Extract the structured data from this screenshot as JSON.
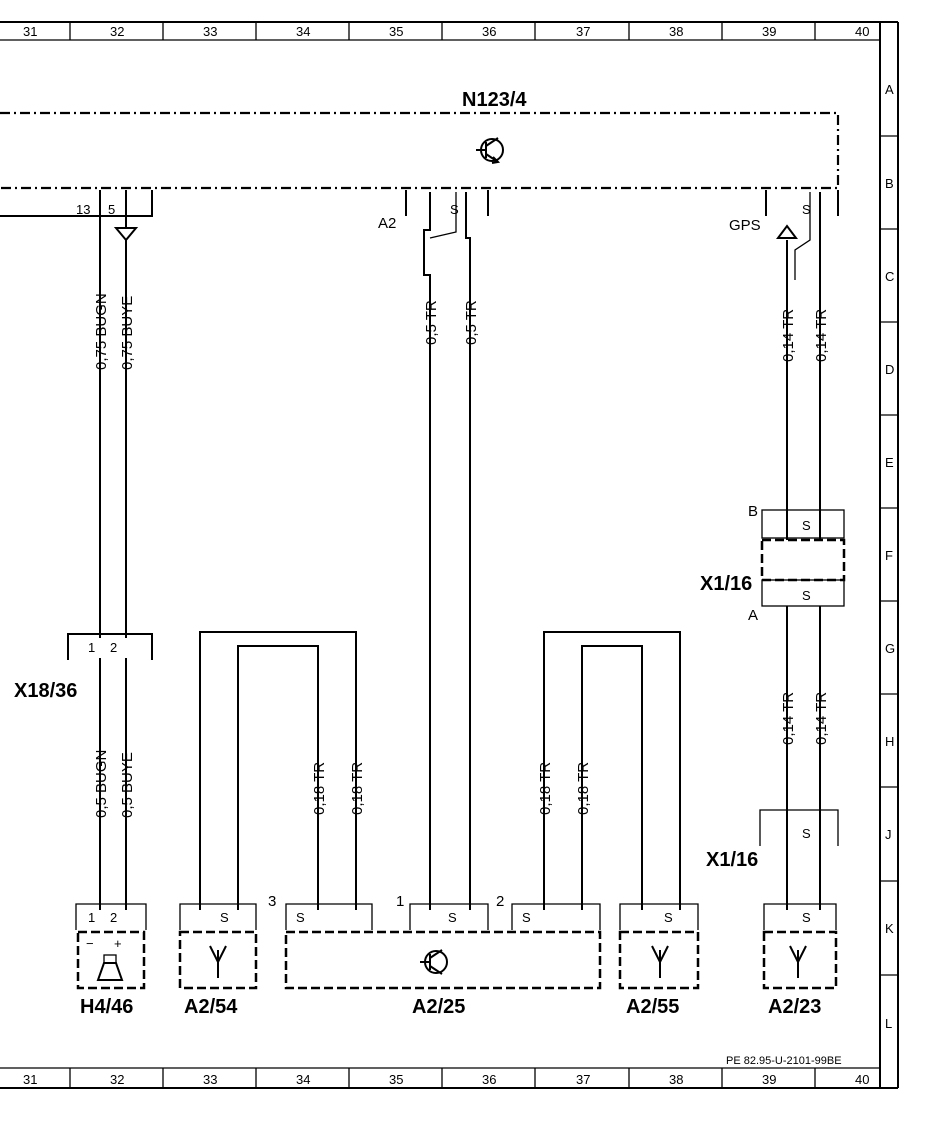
{
  "grid": {
    "columns": [
      "31",
      "32",
      "33",
      "34",
      "35",
      "36",
      "37",
      "38",
      "39",
      "40"
    ],
    "rows": [
      "A",
      "B",
      "C",
      "D",
      "E",
      "F",
      "G",
      "H",
      "J",
      "K",
      "L"
    ]
  },
  "components": {
    "n123": "N123/4",
    "x18": "X18/36",
    "x116_top": "X1/16",
    "x116_bottom": "X1/16",
    "h446": "H4/46",
    "a254": "A2/54",
    "a225": "A2/25",
    "a255": "A2/55",
    "a223": "A2/23"
  },
  "labels": {
    "a2": "A2",
    "gps": "GPS",
    "b": "B",
    "a": "A",
    "s": "S",
    "n13": "13",
    "n5": "5",
    "p1": "1",
    "p2": "2",
    "p3": "3",
    "minus": "−",
    "plus": "+"
  },
  "wires": {
    "w1": "0,75 BUGN",
    "w2": "0,75 BUYE",
    "w3": "0,5 TR",
    "w4": "0,5 TR",
    "w5": "0,14 TR",
    "w6": "0,14 TR",
    "w7": "0,5 BUGN",
    "w8": "0,5 BUYE",
    "w9": "0,18 TR",
    "w10": "0,18 TR",
    "w11": "0,18 TR",
    "w12": "0,18 TR",
    "w13": "0,14 TR",
    "w14": "0,14 TR"
  },
  "doc_id": "PE 82.95-U-2101-99BE"
}
